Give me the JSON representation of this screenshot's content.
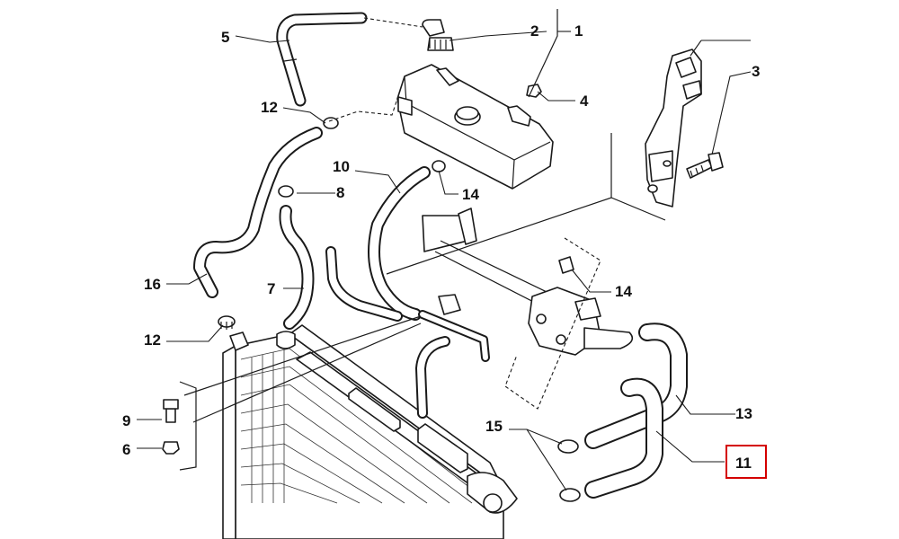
{
  "diagram": {
    "callouts": {
      "c1": "1",
      "c2": "2",
      "c3": "3",
      "c4": "4",
      "c5": "5",
      "c6": "6",
      "c7": "7",
      "c8": "8",
      "c9": "9",
      "c10": "10",
      "c11": "11",
      "c12a": "12",
      "c12b": "12",
      "c13": "13",
      "c14a": "14",
      "c14b": "14",
      "c15": "15",
      "c16": "16"
    },
    "highlight_color": "#d40000",
    "highlighted_callout": "11"
  }
}
